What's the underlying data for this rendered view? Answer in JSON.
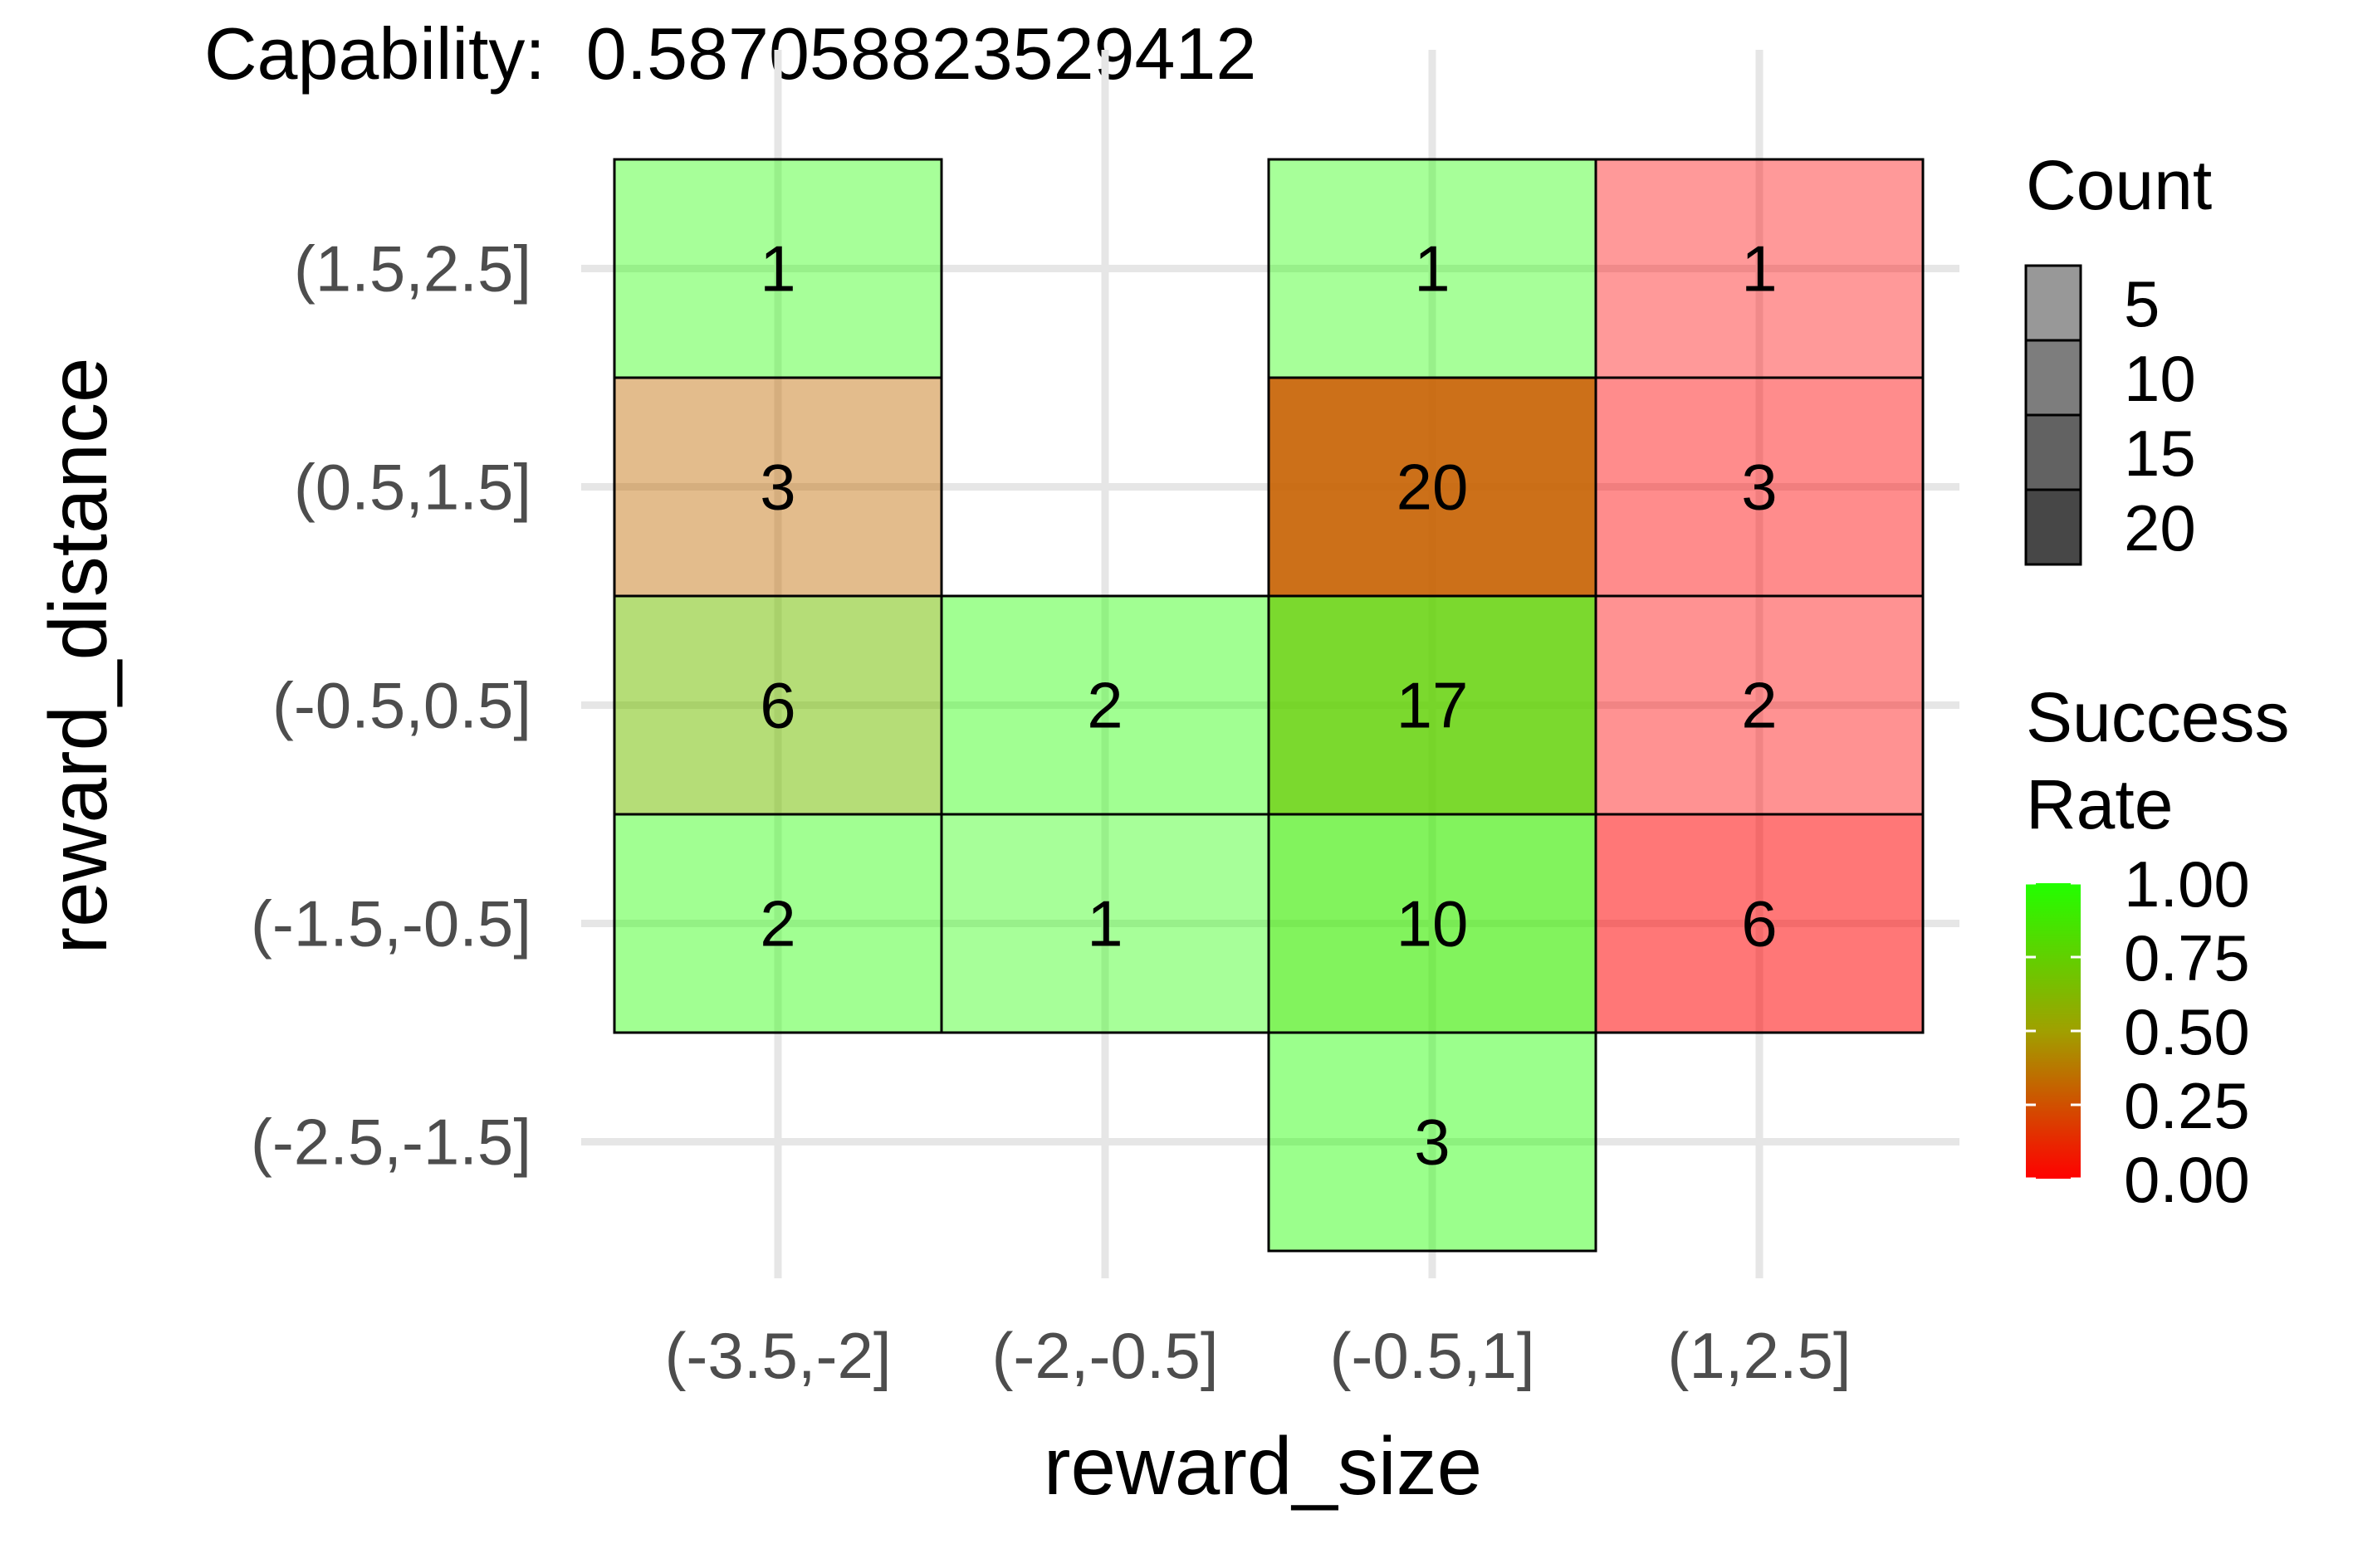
{
  "chart_data": {
    "type": "heatmap",
    "title": "Capability:  0.587058823529412",
    "xlabel": "reward_size",
    "ylabel": "reward_distance",
    "x_categories": [
      "(-3.5,-2]",
      "(-2,-0.5]",
      "(-0.5,1]",
      "(1,2.5]"
    ],
    "y_categories": [
      "(1.5,2.5]",
      "(0.5,1.5]",
      "(-0.5,0.5]",
      "(-1.5,-0.5]",
      "(-2.5,-1.5]"
    ],
    "cells": [
      {
        "x": "(-3.5,-2]",
        "y": "(1.5,2.5]",
        "count": 1,
        "success_rate": 1.0
      },
      {
        "x": "(-3.5,-2]",
        "y": "(0.5,1.5]",
        "count": 3,
        "success_rate": 0.33
      },
      {
        "x": "(-3.5,-2]",
        "y": "(-0.5,0.5]",
        "count": 6,
        "success_rate": 0.67
      },
      {
        "x": "(-3.5,-2]",
        "y": "(-1.5,-0.5]",
        "count": 2,
        "success_rate": 1.0
      },
      {
        "x": "(-2,-0.5]",
        "y": "(-0.5,0.5]",
        "count": 2,
        "success_rate": 1.0
      },
      {
        "x": "(-2,-0.5]",
        "y": "(-1.5,-0.5]",
        "count": 1,
        "success_rate": 1.0
      },
      {
        "x": "(-0.5,1]",
        "y": "(1.5,2.5]",
        "count": 1,
        "success_rate": 1.0
      },
      {
        "x": "(-0.5,1]",
        "y": "(0.5,1.5]",
        "count": 20,
        "success_rate": 0.3
      },
      {
        "x": "(-0.5,1]",
        "y": "(-0.5,0.5]",
        "count": 17,
        "success_rate": 0.76
      },
      {
        "x": "(-0.5,1]",
        "y": "(-1.5,-0.5]",
        "count": 10,
        "success_rate": 0.9
      },
      {
        "x": "(-0.5,1]",
        "y": "(-2.5,-1.5]",
        "count": 3,
        "success_rate": 1.0
      },
      {
        "x": "(1,2.5]",
        "y": "(1.5,2.5]",
        "count": 1,
        "success_rate": 0.0
      },
      {
        "x": "(1,2.5]",
        "y": "(0.5,1.5]",
        "count": 3,
        "success_rate": 0.0
      },
      {
        "x": "(1,2.5]",
        "y": "(-0.5,0.5]",
        "count": 2,
        "success_rate": 0.0
      },
      {
        "x": "(1,2.5]",
        "y": "(-1.5,-0.5]",
        "count": 6,
        "success_rate": 0.0
      }
    ],
    "legend_count": {
      "title": "Count",
      "breaks": [
        5,
        10,
        15,
        20
      ],
      "labels": [
        "5",
        "10",
        "15",
        "20"
      ]
    },
    "legend_success": {
      "title_lines": [
        "Success",
        "Rate"
      ],
      "breaks": [
        1.0,
        0.75,
        0.5,
        0.25,
        0.0
      ],
      "labels": [
        "1.00",
        "0.75",
        "0.50",
        "0.25",
        "0.00"
      ],
      "low_color": "#ff0000",
      "mid_color": "#a0a000",
      "high_color": "#22ff00"
    },
    "grid": true,
    "legend_position": "right"
  }
}
